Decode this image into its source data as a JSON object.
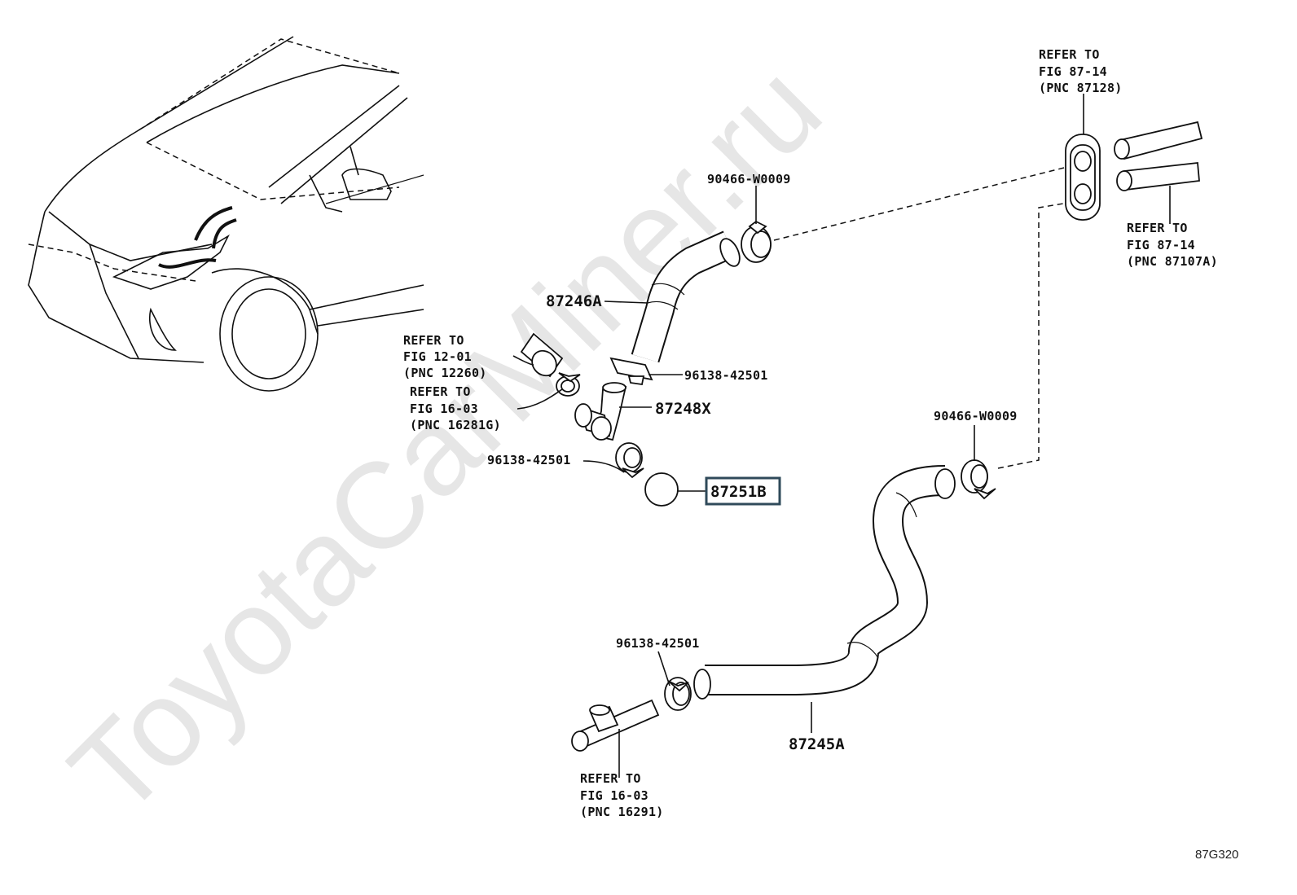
{
  "watermark": "ToyotaCarMiner.ru",
  "figure_code": "87G320",
  "labels": {
    "p87246a": "87246A",
    "p87248x": "87248X",
    "p87251b": "87251B",
    "p87245a": "87245A",
    "clamp_top": "90466-W0009",
    "clamp_right": "90466-W0009",
    "clip_upper": "96138-42501",
    "clip_mid": "96138-42501",
    "clip_lower": "96138-42501"
  },
  "refs": {
    "fig8714_top": [
      "REFER TO",
      "FIG 87-14",
      "(PNC 87128)"
    ],
    "fig8714_right": [
      "REFER TO",
      "FIG 87-14",
      "(PNC 87107A)"
    ],
    "fig1201": [
      "REFER TO",
      "FIG 12-01",
      "(PNC 12260)"
    ],
    "fig1603_upper": [
      "REFER TO",
      "FIG 16-03",
      "(PNC 16281G)"
    ],
    "fig1603_lower": [
      "REFER TO",
      "FIG 16-03",
      "(PNC 16291)"
    ]
  },
  "highlight_color": "#2f4a5a"
}
